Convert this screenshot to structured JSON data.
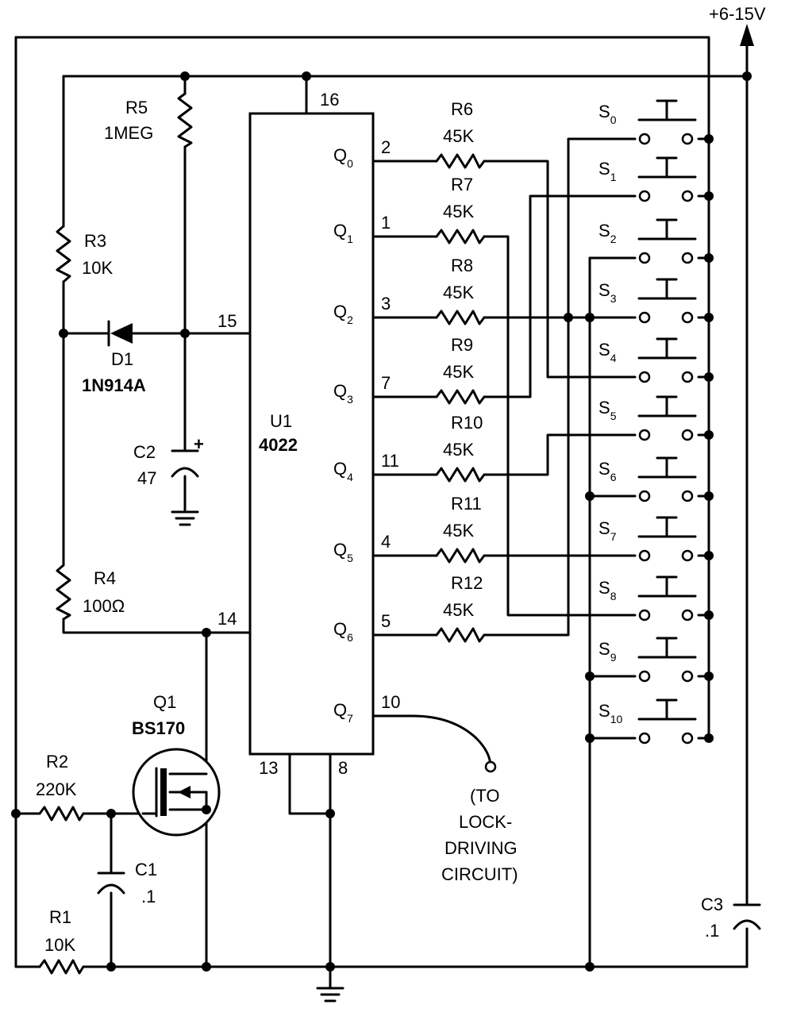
{
  "supply": {
    "label": "+6-15V"
  },
  "u1": {
    "ref": "U1",
    "part": "4022",
    "pins": {
      "p16": "16",
      "p15": "15",
      "p14": "14",
      "p13": "13",
      "p8": "8"
    },
    "outputs": [
      {
        "name": "Q",
        "sub": "0",
        "pin": "2"
      },
      {
        "name": "Q",
        "sub": "1",
        "pin": "1"
      },
      {
        "name": "Q",
        "sub": "2",
        "pin": "3"
      },
      {
        "name": "Q",
        "sub": "3",
        "pin": "7"
      },
      {
        "name": "Q",
        "sub": "4",
        "pin": "11"
      },
      {
        "name": "Q",
        "sub": "5",
        "pin": "4"
      },
      {
        "name": "Q",
        "sub": "6",
        "pin": "5"
      },
      {
        "name": "Q",
        "sub": "7",
        "pin": "10"
      }
    ]
  },
  "resistors": {
    "r1": {
      "ref": "R1",
      "value": "10K"
    },
    "r2": {
      "ref": "R2",
      "value": "220K"
    },
    "r3": {
      "ref": "R3",
      "value": "10K"
    },
    "r4": {
      "ref": "R4",
      "value": "100Ω"
    },
    "r5": {
      "ref": "R5",
      "value": "1MEG"
    },
    "out": [
      {
        "ref": "R6",
        "value": "45K"
      },
      {
        "ref": "R7",
        "value": "45K"
      },
      {
        "ref": "R8",
        "value": "45K"
      },
      {
        "ref": "R9",
        "value": "45K"
      },
      {
        "ref": "R10",
        "value": "45K"
      },
      {
        "ref": "R11",
        "value": "45K"
      },
      {
        "ref": "R12",
        "value": "45K"
      }
    ]
  },
  "capacitors": {
    "c1": {
      "ref": "C1",
      "value": ".1"
    },
    "c2": {
      "ref": "C2",
      "value": "47",
      "polarity": "+"
    },
    "c3": {
      "ref": "C3",
      "value": ".1"
    }
  },
  "diode": {
    "ref": "D1",
    "part": "1N914A"
  },
  "transistor": {
    "ref": "Q1",
    "part": "BS170"
  },
  "switches": [
    {
      "name": "S",
      "sub": "0"
    },
    {
      "name": "S",
      "sub": "1"
    },
    {
      "name": "S",
      "sub": "2"
    },
    {
      "name": "S",
      "sub": "3"
    },
    {
      "name": "S",
      "sub": "4"
    },
    {
      "name": "S",
      "sub": "5"
    },
    {
      "name": "S",
      "sub": "6"
    },
    {
      "name": "S",
      "sub": "7"
    },
    {
      "name": "S",
      "sub": "8"
    },
    {
      "name": "S",
      "sub": "9"
    },
    {
      "name": "S",
      "sub": "10"
    }
  ],
  "lock_note": {
    "lines": [
      "(TO",
      "LOCK-",
      "DRIVING",
      "CIRCUIT)"
    ]
  }
}
